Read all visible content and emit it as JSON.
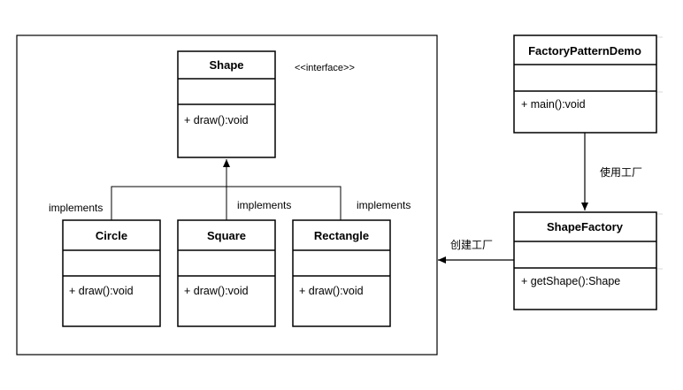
{
  "diagram": {
    "container": {},
    "interface_class": {
      "name": "Shape",
      "stereotype": "<<interface>>",
      "attributes": "",
      "methods": [
        "+ draw():void"
      ]
    },
    "implementing_classes": [
      {
        "name": "Circle",
        "methods": [
          "+ draw():void"
        ],
        "relation_label": "implements"
      },
      {
        "name": "Square",
        "methods": [
          "+ draw():void"
        ],
        "relation_label": "implements"
      },
      {
        "name": "Rectangle",
        "methods": [
          "+ draw():void"
        ],
        "relation_label": "implements"
      }
    ],
    "demo_class": {
      "name": "FactoryPatternDemo",
      "methods": [
        "+ main():void"
      ]
    },
    "factory_class": {
      "name": "ShapeFactory",
      "methods": [
        "+ getShape():Shape"
      ]
    },
    "edges": {
      "demo_to_factory": "使用工厂",
      "factory_to_container": "创建工厂"
    },
    "colors": {
      "line": "#000000",
      "background": "#ffffff",
      "shadow": "#d9d9d9"
    }
  }
}
